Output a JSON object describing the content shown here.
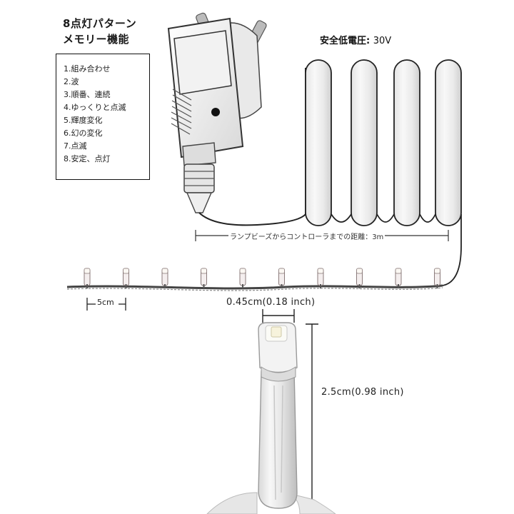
{
  "title": {
    "line1": "8点灯パターン",
    "line2": "メモリー機能"
  },
  "modes": [
    "1.組み合わせ",
    "2.波",
    "3.順番、連続",
    "4.ゆっくりと点滅",
    "5.輝度変化",
    "6.幻の変化",
    "7.点滅",
    "8.安定、点灯"
  ],
  "voltage": {
    "label": "安全低電圧:",
    "value": "30V"
  },
  "distance_label": "ランプビーズからコントローラまでの距離：3m",
  "spacing_label": "5cm",
  "bulb_width_label": "0.45cm(0.18 inch)",
  "bulb_height_label": "2.5cm(0.98 inch)",
  "bulb_count": 10
}
